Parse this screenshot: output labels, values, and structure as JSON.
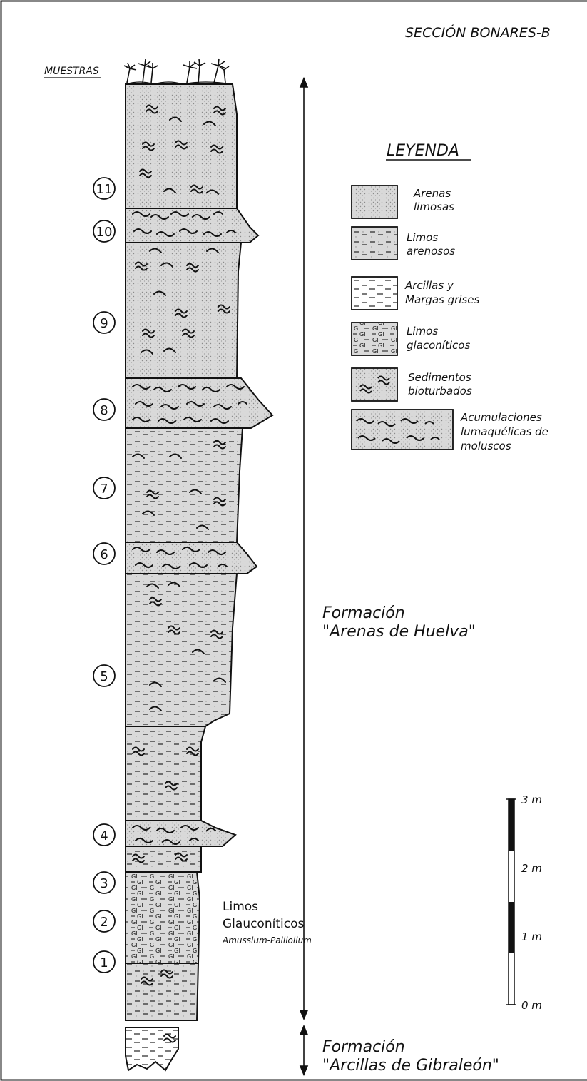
{
  "title": "SECCIÓN BONARES-B",
  "samples_header": "MUESTRAS",
  "sample_numbers": [
    "1",
    "2",
    "3",
    "4",
    "5",
    "6",
    "7",
    "8",
    "9",
    "10",
    "11"
  ],
  "legend": {
    "title": "LEYENDA",
    "items": [
      {
        "key": "arenas",
        "lines": [
          "Arenas",
          "limosas"
        ]
      },
      {
        "key": "limos_arenosos",
        "lines": [
          "Limos",
          "arenosos"
        ]
      },
      {
        "key": "arcillas",
        "lines": [
          "Arcillas y",
          "Margas grises"
        ]
      },
      {
        "key": "glauconiticos",
        "lines": [
          "Limos",
          "glaconíticos"
        ]
      },
      {
        "key": "bioturbados",
        "lines": [
          "Sedimentos",
          "bioturbados"
        ]
      },
      {
        "key": "lumaquela",
        "lines": [
          "Acumulaciones",
          "lumaquélicas de",
          "moluscos"
        ]
      }
    ]
  },
  "formations": {
    "huelva": {
      "line1": "Formación",
      "line2": "\"Arenas de Huelva\""
    },
    "gibraleon": {
      "line1": "Formación",
      "line2": "\"Arcillas de Gibraleón\""
    }
  },
  "unit_label": {
    "line1": "Limos",
    "line2": "Glauconíticos",
    "line3": "Amussium-Pailiolium"
  },
  "scale": {
    "ticks": [
      "3 m",
      "2 m",
      "1 m",
      "0 m"
    ]
  },
  "colors": {
    "ink": "#111111",
    "fill": "#d6d6d6",
    "paper": "#ffffff"
  }
}
